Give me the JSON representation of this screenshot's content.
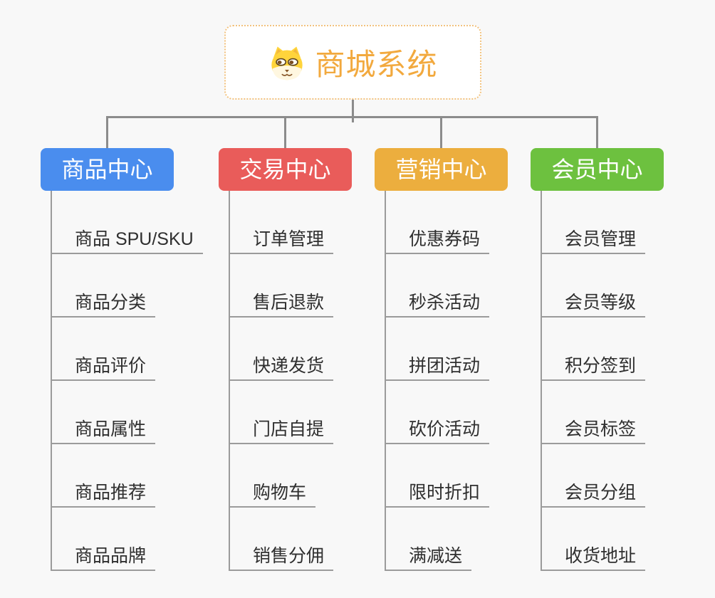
{
  "root": {
    "title": "商城系统",
    "icon": "dog-face-icon"
  },
  "branches": [
    {
      "label": "商品中心",
      "color": "#4A8DEE",
      "items": [
        "商品 SPU/SKU",
        "商品分类",
        "商品评价",
        "商品属性",
        "商品推荐",
        "商品品牌"
      ]
    },
    {
      "label": "交易中心",
      "color": "#E95C5A",
      "items": [
        "订单管理",
        "售后退款",
        "快递发货",
        "门店自提",
        "购物车",
        "销售分佣"
      ]
    },
    {
      "label": "营销中心",
      "color": "#ECAE3E",
      "items": [
        "优惠券码",
        "秒杀活动",
        "拼团活动",
        "砍价活动",
        "限时折扣",
        "满减送"
      ]
    },
    {
      "label": "会员中心",
      "color": "#6DC13F",
      "items": [
        "会员管理",
        "会员等级",
        "积分签到",
        "会员标签",
        "会员分组",
        "收货地址"
      ]
    }
  ],
  "colors": {
    "background": "#F8F8F8",
    "root_border": "#F2C27E",
    "root_text": "#F2A93E",
    "connector": "#8C8C8C",
    "spine": "#9B9B9B",
    "item_text": "#2F2F2F"
  }
}
